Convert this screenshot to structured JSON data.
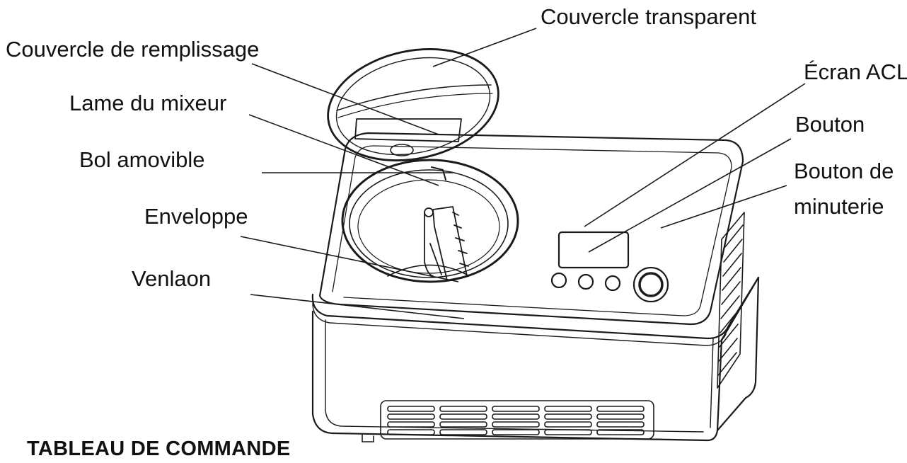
{
  "labels": {
    "couvercle_transparent": "Couvercle transparent",
    "couvercle_remplissage": "Couvercle de remplissage",
    "lame_mixeur": "Lame du mixeur",
    "bol_amovible": "Bol amovible",
    "enveloppe": "Enveloppe",
    "venlaon": "Venlaon",
    "ecran_acl": "Écran ACL",
    "bouton": "Bouton",
    "bouton_minuterie_line1": "Bouton de",
    "bouton_minuterie_line2": "minuterie"
  },
  "caption": "TABLEAU DE COMMANDE",
  "colors": {
    "line": "#1a1a1a",
    "fill": "#ffffff",
    "shade": "#d9d9d9"
  }
}
